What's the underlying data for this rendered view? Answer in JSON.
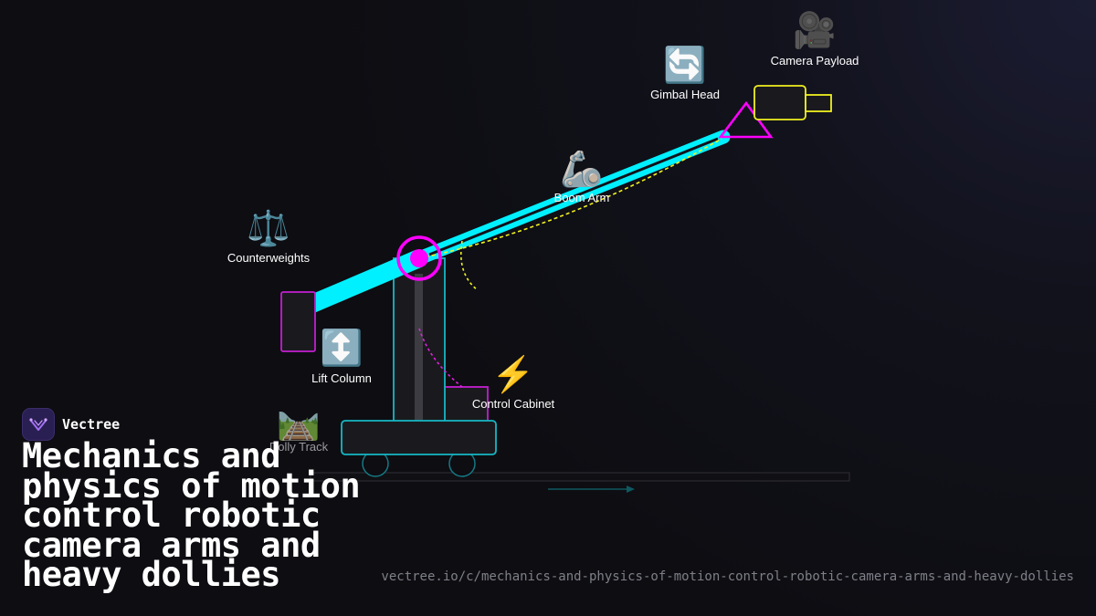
{
  "brand": {
    "name": "Vectree",
    "logo_icon": "vectree-logo-icon"
  },
  "title": "Mechanics and physics of motion control robotic camera arms and heavy dollies",
  "url": "vectree.io/c/mechanics-and-physics-of-motion-control-robotic-camera-arms-and-heavy-dollies",
  "colors": {
    "arm": "#00f0ff",
    "pivot": "#ff00ff",
    "payload": "#f0f020",
    "structure": "#16b8c4",
    "cabinet": "#c41fd0",
    "track": "#2a2a30"
  },
  "components": {
    "camera_payload": {
      "icon": "🎥",
      "icon_name": "movie-camera-icon",
      "label": "Camera Payload"
    },
    "gimbal_head": {
      "icon": "🔄",
      "icon_name": "rotate-arrows-icon",
      "label": "Gimbal Head"
    },
    "boom_arm": {
      "icon": "🦾",
      "icon_name": "mechanical-arm-icon",
      "label": "Boom Arm"
    },
    "counterweights": {
      "icon": "⚖️",
      "icon_name": "balance-scale-icon",
      "label": "Counterweights"
    },
    "lift_column": {
      "icon": "↕️",
      "icon_name": "up-down-arrow-icon",
      "label": "Lift Column"
    },
    "control_cabinet": {
      "icon": "⚡",
      "icon_name": "lightning-bolt-icon",
      "label": "Control Cabinet"
    },
    "dolly_track": {
      "icon": "🛤️",
      "icon_name": "railway-track-icon",
      "label": "Dolly Track"
    }
  }
}
